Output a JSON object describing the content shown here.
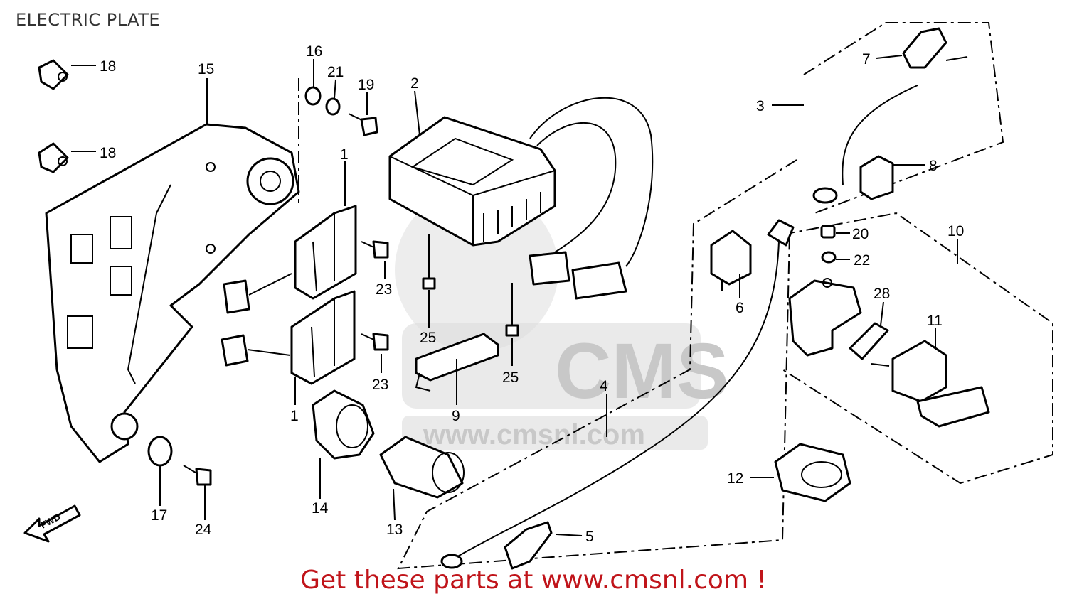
{
  "title": "ELECTRIC PLATE",
  "fwd_label": "FWD",
  "watermark": {
    "brand": "CMS",
    "url": "www.cmsnl.com"
  },
  "callouts": {
    "c1a": "1",
    "c1b": "1",
    "c2": "2",
    "c3": "3",
    "c4": "4",
    "c5": "5",
    "c6": "6",
    "c7": "7",
    "c8": "8",
    "c9": "9",
    "c10": "10",
    "c11": "11",
    "c12": "12",
    "c13": "13",
    "c14": "14",
    "c15": "15",
    "c16": "16",
    "c17": "17",
    "c18a": "18",
    "c18b": "18",
    "c19": "19",
    "c20": "20",
    "c21": "21",
    "c22": "22",
    "c23a": "23",
    "c23b": "23",
    "c24": "24",
    "c25a": "25",
    "c25b": "25",
    "c28": "28"
  },
  "footer": "Get these parts at www.cmsnl.com !",
  "colors": {
    "footer_text": "#c0141a",
    "line_art": "#000000",
    "watermark": "#dcdcdc"
  }
}
